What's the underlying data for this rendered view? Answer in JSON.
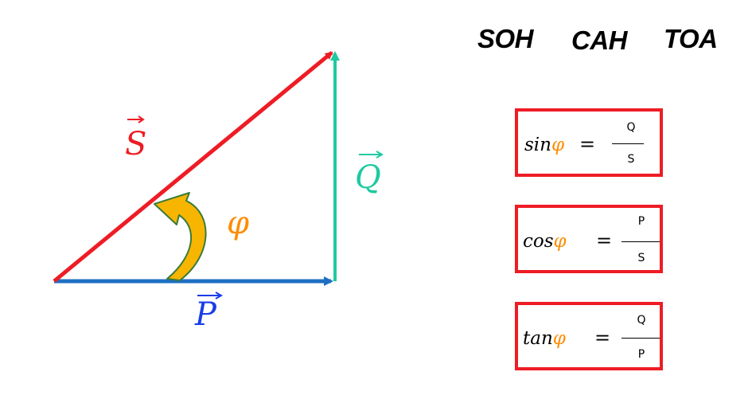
{
  "mnemonics": [
    "SOH",
    "CAH",
    "TOA"
  ],
  "vectors": {
    "s": {
      "label": "S",
      "color": "#ee1c25"
    },
    "q": {
      "label": "Q",
      "color": "#1fc9a0"
    },
    "p": {
      "label": "P",
      "color": "#1a3de8"
    },
    "p_arrow_color": "#1e6fc2"
  },
  "angle": {
    "symbol": "φ",
    "symbol_color": "#ff8c00",
    "arc_fill": "#f7b500",
    "arc_stroke": "#3c7a3a"
  },
  "formulas": [
    {
      "func": "sin",
      "phi": "φ",
      "eq": "=",
      "numerator": "Q",
      "denominator": "S"
    },
    {
      "func": "cos",
      "phi": "φ",
      "eq": "=",
      "numerator": "P",
      "denominator": "S"
    },
    {
      "func": "tan",
      "phi": "φ",
      "eq": "=",
      "numerator": "Q",
      "denominator": "P"
    }
  ],
  "box_color": "#ee1c25"
}
